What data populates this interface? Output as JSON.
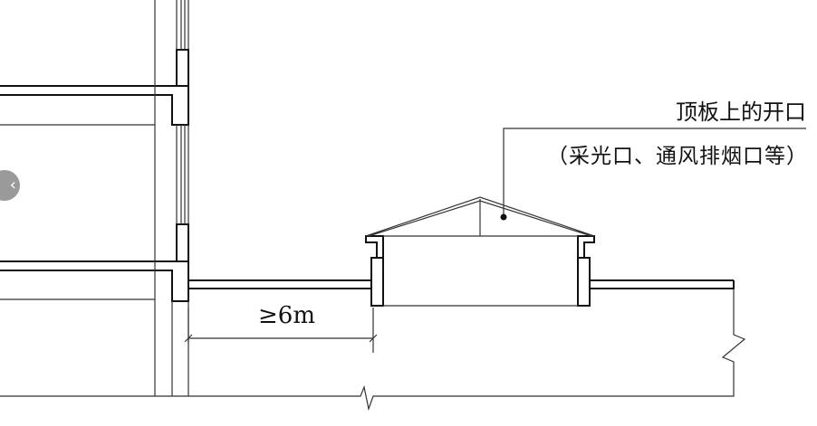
{
  "labels": {
    "opening_title": "顶板上的开口",
    "opening_examples": "（采光口、通风排烟口等）",
    "distance": "≥6m"
  },
  "nav": {
    "prev_icon": "‹"
  },
  "colors": {
    "line": "#111111",
    "thin": "#555555",
    "nav_bg": "#9a9a9a"
  }
}
